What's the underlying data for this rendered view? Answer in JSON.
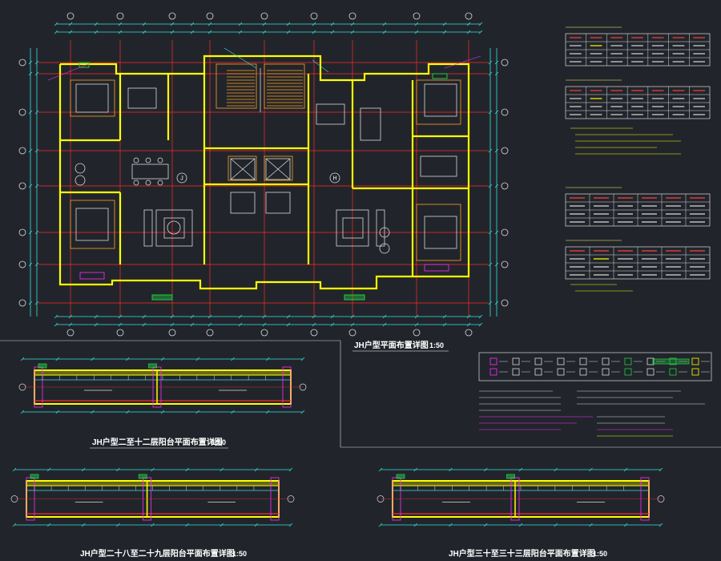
{
  "drawing": {
    "main_plan_title": "JH户型平面布置详图",
    "main_plan_scale": "1:50",
    "balcony_1_title": "JH户型二至十二层阳台平面布置详图",
    "balcony_1_scale": "1:50",
    "balcony_2_title": "JH户型二十八至二十九层阳台平面布置详图",
    "balcony_2_scale": "1:50",
    "balcony_3_title": "JH户型三十至三十三层阳台平面布置详图",
    "balcony_3_scale": "1:50",
    "axis_bubbles": [
      "J",
      "H"
    ]
  },
  "colors": {
    "background": "#21252b",
    "wall": "#ffff00",
    "axis": "#ff2a2a",
    "dimension": "#35e0e0",
    "furniture": "#d9d9d9",
    "annotation": "#ff2bff",
    "green": "#22cc44"
  }
}
